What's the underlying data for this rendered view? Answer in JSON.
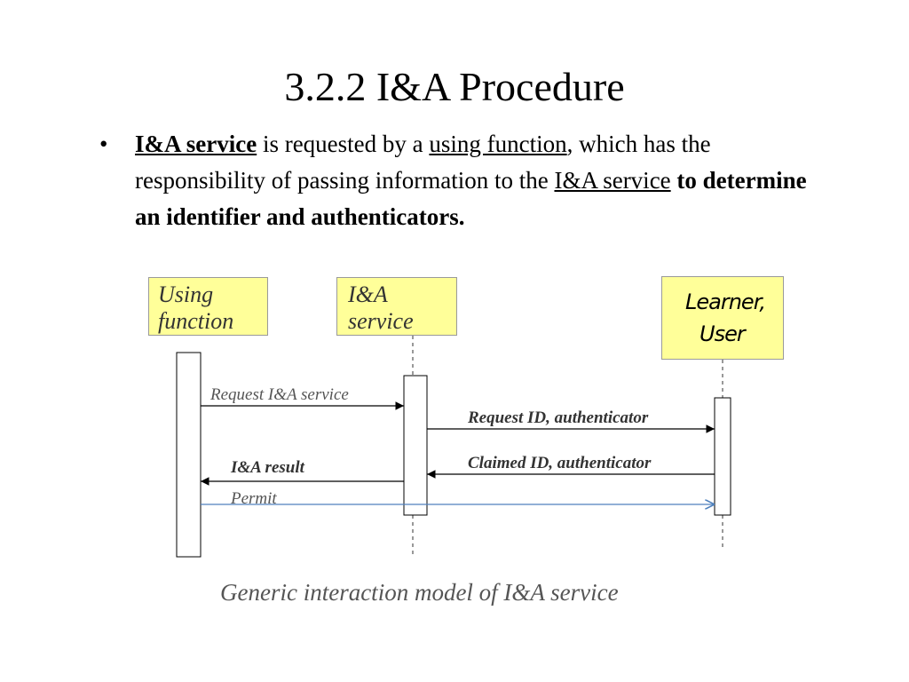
{
  "slide": {
    "title": "3.2.2  I&A Procedure",
    "bullet": {
      "marker": "•",
      "p1": "I&A service",
      "p2": " is requested by a ",
      "p3": "using function",
      "p4": ", which has the responsibility of passing information to the ",
      "p5": "I&A service",
      "p6": " to determine an identifier and authenticators."
    }
  },
  "diagram": {
    "participants": [
      {
        "line1": "Using",
        "line2": "function"
      },
      {
        "line1": "I&A",
        "line2": "service"
      },
      {
        "line1": "Learner,",
        "line2": "User"
      }
    ],
    "messages": {
      "m1": "Request I&A service",
      "m2": "Request ID, authenticator",
      "m3": "Claimed ID, authenticator",
      "m4": "I&A result",
      "m5": "Permit"
    },
    "colors": {
      "box_fill": "#ffff99",
      "permit_arrow": "#4f81bd"
    }
  },
  "caption": "Generic interaction model of I&A service"
}
